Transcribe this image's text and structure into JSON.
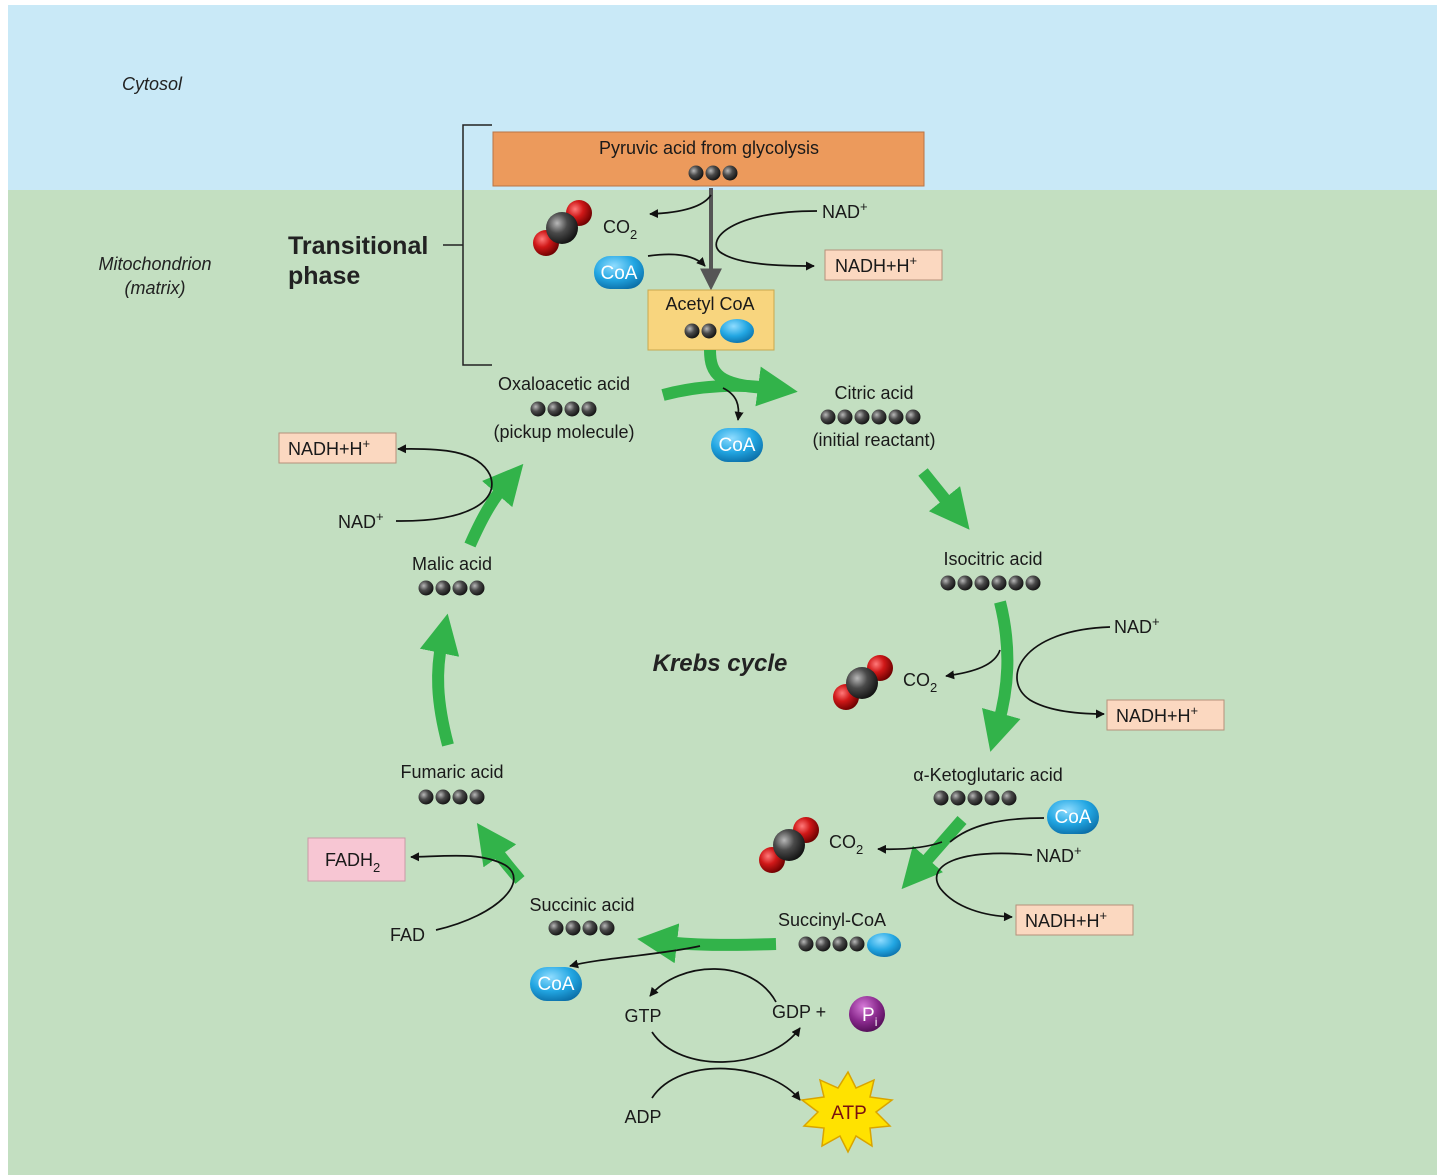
{
  "regions": {
    "cytosol": "Cytosol",
    "mitochondrion_line1": "Mitochondrion",
    "mitochondrion_line2": "(matrix)"
  },
  "transitional_phase": {
    "line1": "Transitional",
    "line2": "phase"
  },
  "pyruvic_acid": "Pyruvic acid from glycolysis",
  "acetyl_coa": "Acetyl CoA",
  "coa": "CoA",
  "co2_text": "CO",
  "co2_sub": "2",
  "nad_text": "NAD",
  "nad_sup": "+",
  "nadh_text": "NADH+H",
  "nadh_sup": "+",
  "krebs_cycle": "Krebs cycle",
  "compounds": {
    "oxaloacetic": {
      "name": "Oxaloacetic acid",
      "note": "(pickup molecule)"
    },
    "citric": {
      "name": "Citric acid",
      "note": "(initial reactant)"
    },
    "isocitric": {
      "name": "Isocitric acid"
    },
    "ketoglutaric": {
      "name": "α-Ketoglutaric acid"
    },
    "succinyl_coa": {
      "name": "Succinyl-CoA"
    },
    "succinic": {
      "name": "Succinic acid"
    },
    "fumaric": {
      "name": "Fumaric acid"
    },
    "malic": {
      "name": "Malic acid"
    }
  },
  "fadh2": {
    "text": "FADH",
    "sub": "2"
  },
  "fad": "FAD",
  "gtp": "GTP",
  "gdp": "GDP +",
  "pi": {
    "text": "P",
    "sub": "i"
  },
  "adp": "ADP",
  "atp": "ATP",
  "colors": {
    "cytosol_bg": "#c9e9f7",
    "matrix_bg": "#c3dfc1",
    "pyruvic_box": "#ec9a5c",
    "acetyl_box": "#f8d57e",
    "nadh_box": "#fbd8c0",
    "fadh2_box": "#f7c6d3",
    "cycle_arrow": "#32b34a",
    "coa_blue": "#2aa8e0",
    "atp_yellow": "#ffe200",
    "pi_purple": "#8a2a8e"
  }
}
